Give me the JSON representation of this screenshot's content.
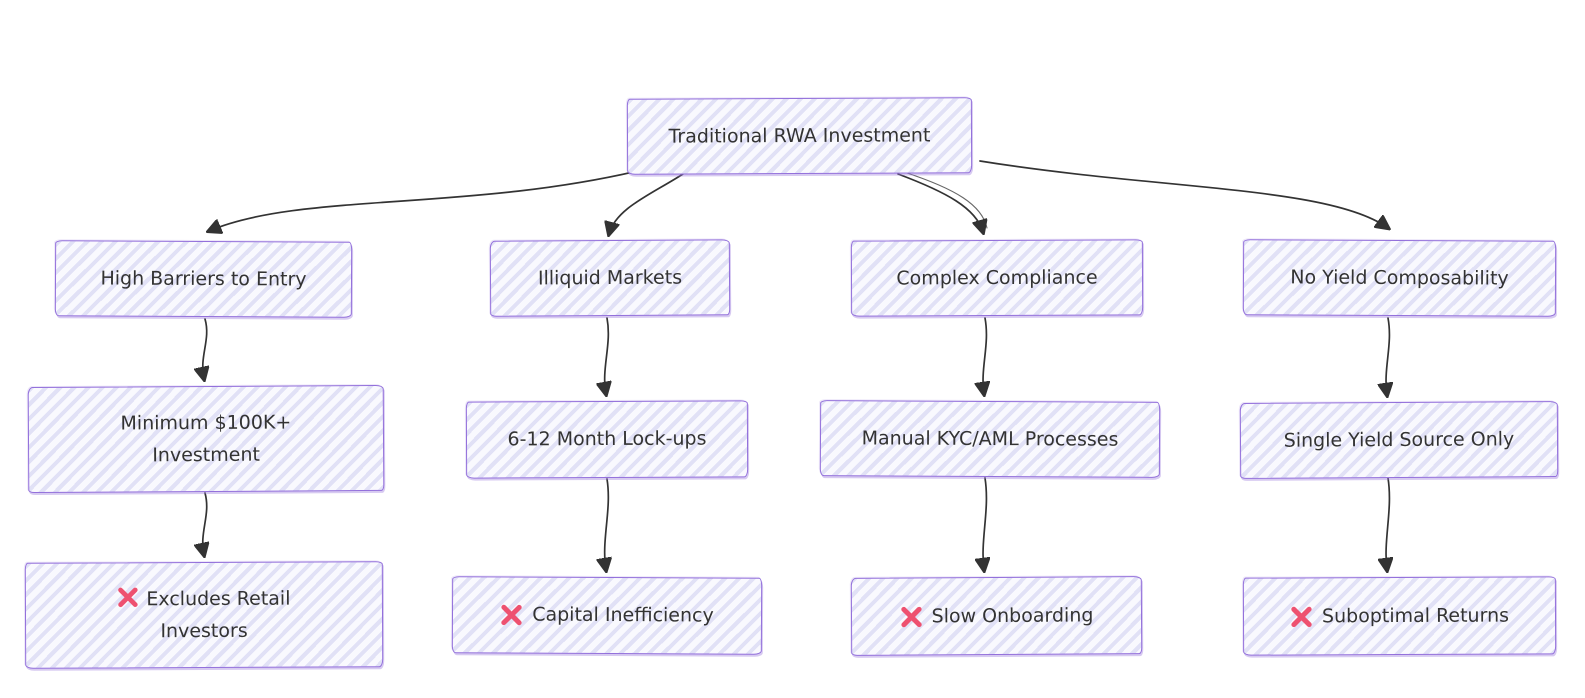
{
  "diagram": {
    "type": "flowchart",
    "style": "hand-drawn-sketch",
    "root": {
      "label": "Traditional RWA Investment"
    },
    "columns": [
      {
        "problem": "High Barriers to Entry",
        "detail": "Minimum $100K+ Investment",
        "outcome": "Excludes Retail Investors",
        "outcome_icon": "cross-mark"
      },
      {
        "problem": "Illiquid Markets",
        "detail": "6-12 Month Lock-ups",
        "outcome": "Capital Inefficiency",
        "outcome_icon": "cross-mark"
      },
      {
        "problem": "Complex Compliance",
        "detail": "Manual KYC/AML Processes",
        "outcome": "Slow Onboarding",
        "outcome_icon": "cross-mark"
      },
      {
        "problem": "No Yield Composability",
        "detail": "Single Yield Source Only",
        "outcome": "Suboptimal Returns",
        "outcome_icon": "cross-mark"
      }
    ],
    "colors": {
      "background": "#ffffff",
      "node_fill": "#f9f9fe",
      "node_hatch": "#e1e1f6",
      "node_border": "#9370db",
      "edge": "#333333",
      "text": "#333333",
      "cross": "#ee5170"
    }
  }
}
